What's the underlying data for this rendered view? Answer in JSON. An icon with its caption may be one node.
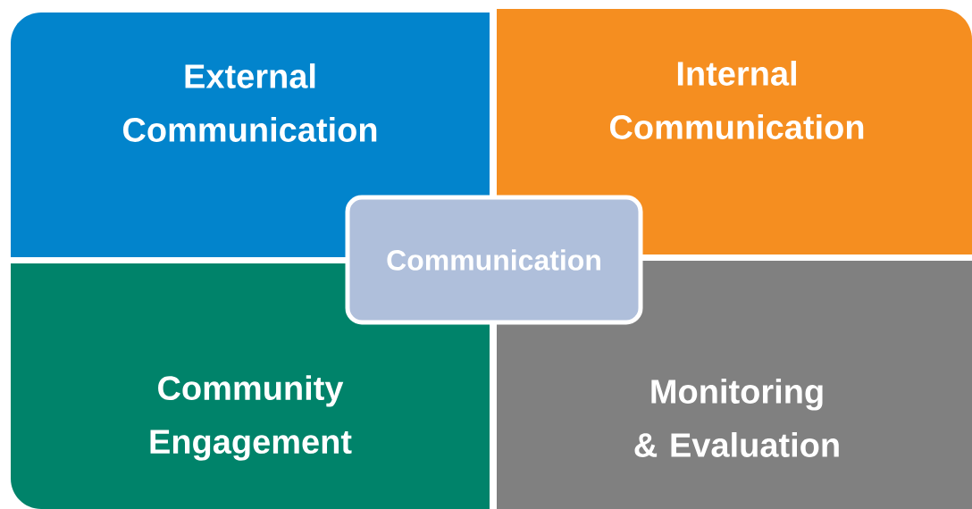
{
  "diagram": {
    "nodes": [
      {
        "text": [
          "External Communication"
        ]
      },
      {
        "text": [
          "Internal Communication"
        ]
      },
      {
        "text": [
          "Community Engagement"
        ]
      },
      {
        "text": [
          "Monitoring & Evaluation"
        ]
      },
      {
        "text": [
          "Communication"
        ]
      }
    ]
  }
}
